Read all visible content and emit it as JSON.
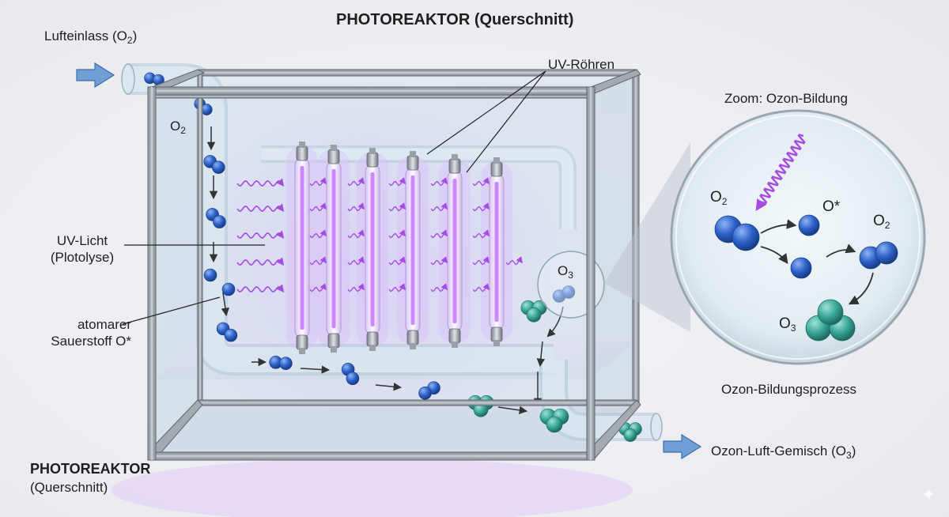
{
  "header": {
    "title": "PHOTOREAKTOR (Querschnitt)"
  },
  "labels": {
    "inlet": "Lufteinlass (O",
    "inlet_sub": "2",
    "inlet_end": ")",
    "uv_tubes": "UV-Röhren",
    "uv_light_line1": "UV-Licht",
    "uv_light_line2": "(Plotolyse)",
    "atomic_line1": "atomarer",
    "atomic_line2": "Sauerstoff O*",
    "outlet": "Ozon-Luft-Gemisch (O",
    "outlet_sub": "3",
    "outlet_end": ")",
    "footer_title": "PHOTOREAKTOR",
    "footer_sub": "(Querschnitt)",
    "chamber_o2": "O",
    "chamber_o2_sub": "2",
    "chamber_o3": "O",
    "chamber_o3_sub": "3"
  },
  "zoom": {
    "title": "Zoom: Ozon-Bildung",
    "caption": "Ozon-Bildungsprozess",
    "o2_left": "O",
    "o2_left_sub": "2",
    "o_star": "O*",
    "o2_right": "O",
    "o2_right_sub": "2",
    "o3": "O",
    "o3_sub": "3"
  },
  "colors": {
    "frame": "#8a8f98",
    "glass": "#cfe0ec",
    "oxygen": "#2f63c9",
    "ozone": "#3aa79a",
    "uv": "#a64de0",
    "arrow": "#6f9fd6"
  }
}
